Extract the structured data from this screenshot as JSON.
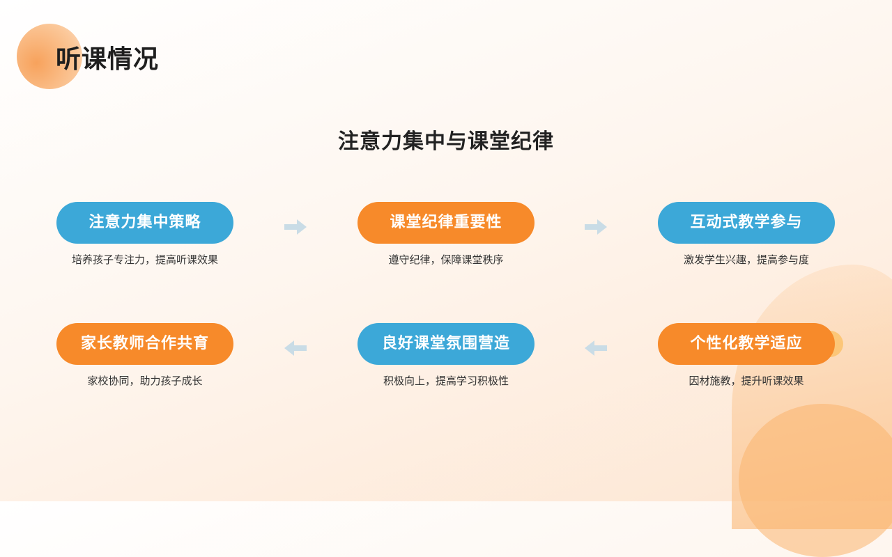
{
  "page": {
    "title": "听课情况",
    "section_title": "注意力集中与课堂纪律"
  },
  "colors": {
    "blue": "#3ca8d8",
    "orange": "#f78a2a",
    "arrow": "#c9dce6"
  },
  "steps": [
    {
      "label": "注意力集中策略",
      "desc": "培养孩子专注力，提高听课效果",
      "color": "blue"
    },
    {
      "label": "课堂纪律重要性",
      "desc": "遵守纪律，保障课堂秩序",
      "color": "orange"
    },
    {
      "label": "互动式教学参与",
      "desc": "激发学生兴趣，提高参与度",
      "color": "blue"
    },
    {
      "label": "个性化教学适应",
      "desc": "因材施教，提升听课效果",
      "color": "orange"
    },
    {
      "label": "良好课堂氛围营造",
      "desc": "积极向上，提高学习积极性",
      "color": "blue"
    },
    {
      "label": "家长教师合作共育",
      "desc": "家校协同，助力孩子成长",
      "color": "orange"
    }
  ],
  "arrows": [
    {
      "icon": "arrow-right-icon"
    },
    {
      "icon": "arrow-right-icon"
    },
    {
      "icon": "arrow-left-icon"
    },
    {
      "icon": "arrow-left-icon"
    }
  ]
}
